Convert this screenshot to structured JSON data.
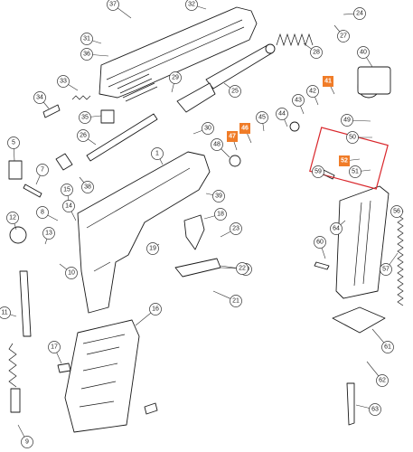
{
  "highlight_color": "#f07c28",
  "box_color": "#d9262b",
  "callouts": [
    "37",
    "32",
    "24",
    "31",
    "27",
    "36",
    "28",
    "40",
    "33",
    "29",
    "41",
    "42",
    "34",
    "25",
    "43",
    "35",
    "45",
    "44",
    "30",
    "49",
    "46",
    "47",
    "50",
    "48",
    "26",
    "5",
    "1",
    "52",
    "51",
    "59",
    "7",
    "39",
    "56",
    "15",
    "38",
    "8",
    "14",
    "18",
    "64",
    "60",
    "12",
    "13",
    "23",
    "19",
    "20",
    "57",
    "11",
    "22",
    "10",
    "21",
    "16",
    "61",
    "17",
    "62",
    "63",
    "9"
  ],
  "highlighted": [
    "41",
    "46",
    "47",
    "52"
  ]
}
